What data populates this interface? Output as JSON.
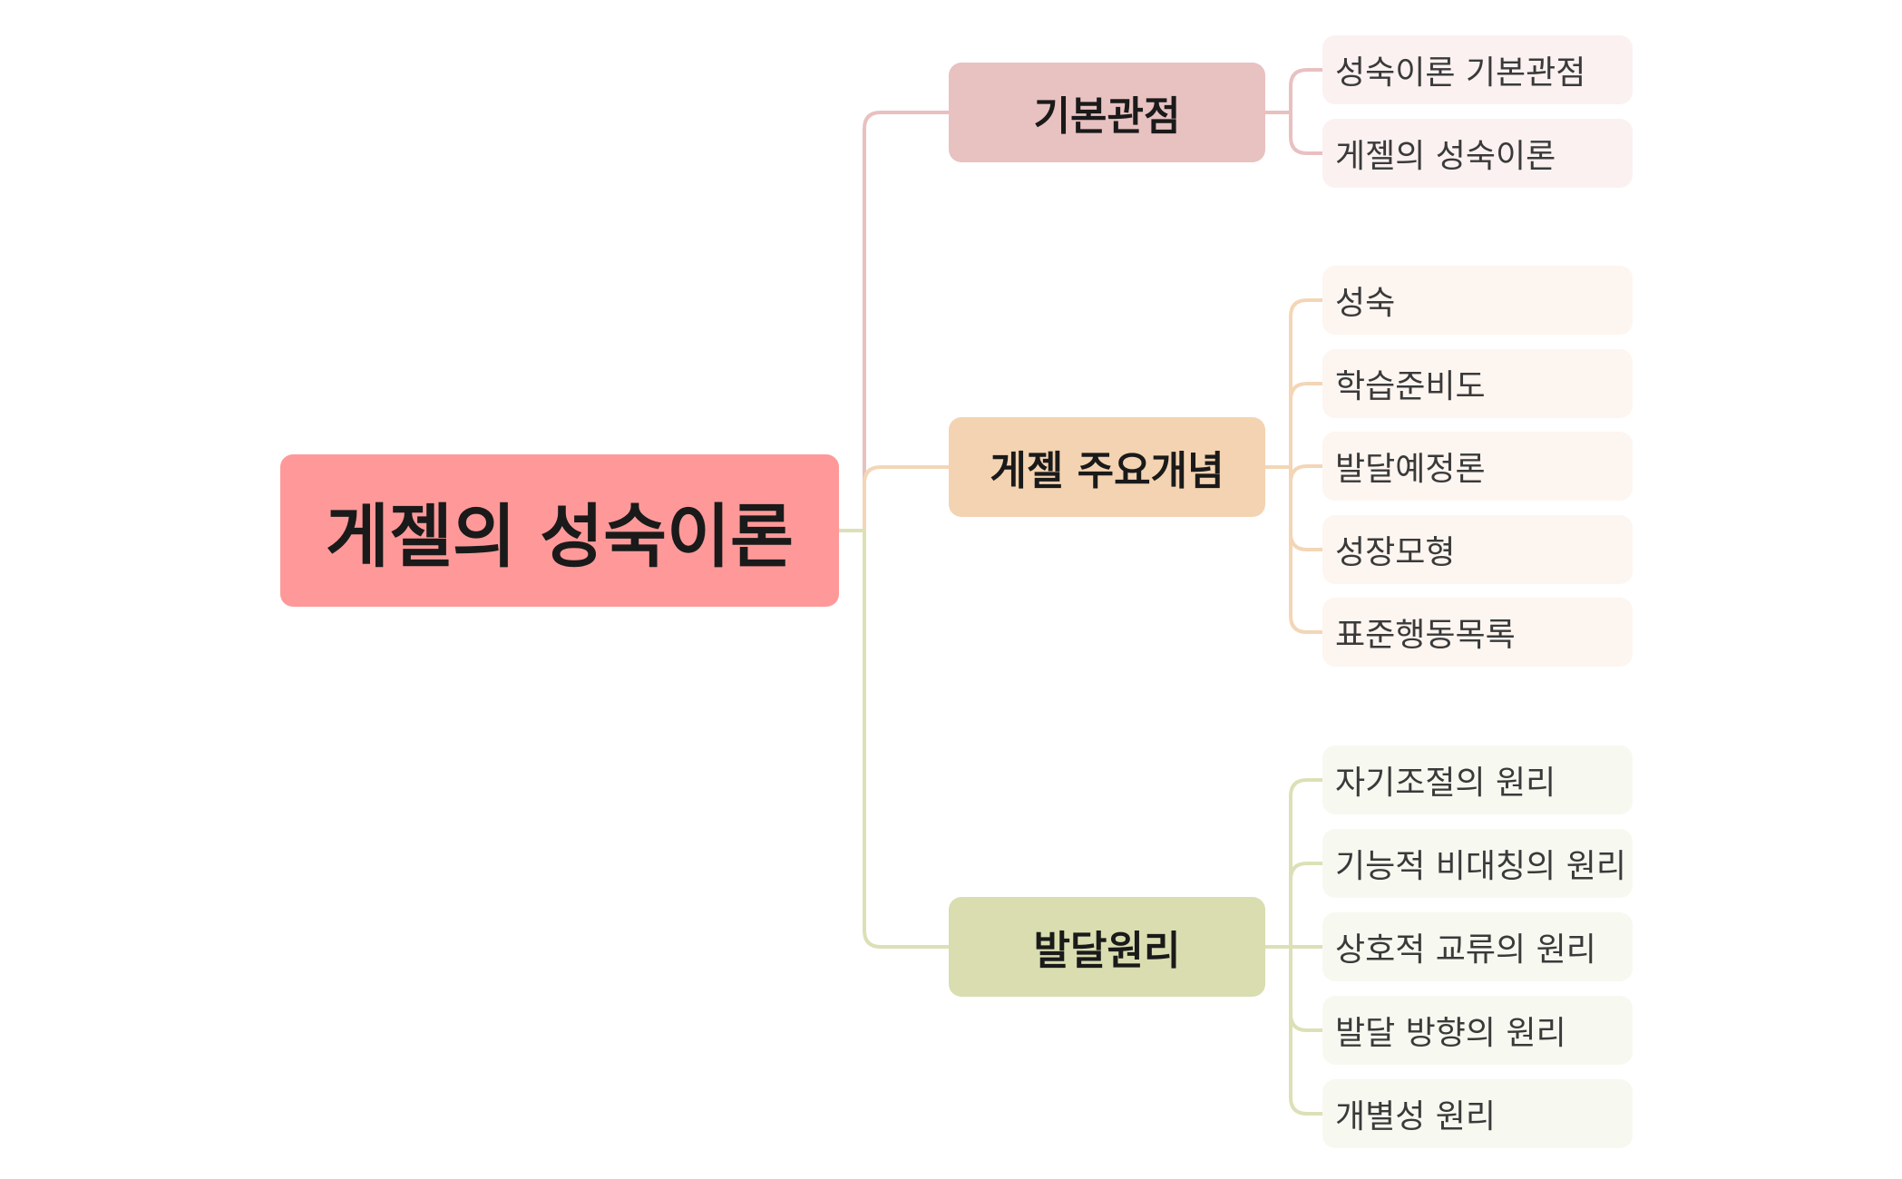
{
  "diagram": {
    "root": {
      "label": "게젤의 성숙이론",
      "color": "#ff9999"
    },
    "branches": [
      {
        "label": "기본관점",
        "color": "#e8c1c1",
        "line_color": "#e9c0c0",
        "leaf_color": "#fbf1f1",
        "children": [
          "성숙이론 기본관점",
          "게젤의 성숙이론"
        ]
      },
      {
        "label": "게젤 주요개념",
        "color": "#f3d3b1",
        "line_color": "#f3d6b6",
        "leaf_color": "#fdf5f0",
        "children": [
          "성숙",
          "학습준비도",
          "발달예정론",
          "성장모형",
          "표준행동목록"
        ]
      },
      {
        "label": "발달원리",
        "color": "#d9ddb0",
        "line_color": "#dde0b6",
        "leaf_color": "#f7f8f0",
        "children": [
          "자기조절의 원리",
          "기능적 비대칭의 원리",
          "상호적 교류의 원리",
          "발달 방향의 원리",
          "개별성 원리"
        ]
      }
    ]
  }
}
